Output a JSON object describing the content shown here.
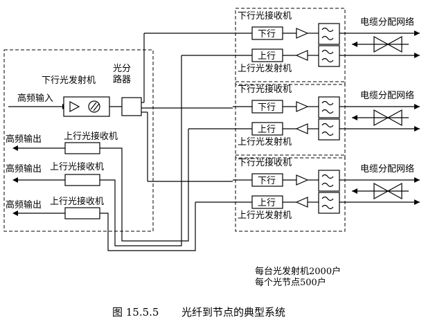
{
  "caption": {
    "figure_number": "图 15.5.5",
    "title": "光纤到节点的典型系统"
  },
  "headend": {
    "downstream_tx_label": "下行光发射机",
    "splitter_label_line1": "光分",
    "splitter_label_line2": "路器",
    "rf_input_label": "高频输入",
    "receivers": [
      {
        "output_label": "高频输出",
        "receiver_label": "上行光接收机"
      },
      {
        "output_label": "高频输出",
        "receiver_label": "上行光接收机"
      },
      {
        "output_label": "高频输出",
        "receiver_label": "上行光接收机"
      }
    ]
  },
  "nodes": [
    {
      "rx_title": "下行光接收机",
      "rx_box": "下行",
      "tx_box": "上行",
      "tx_title": "上行光发射机",
      "network_label": "电缆分配网络"
    },
    {
      "rx_title": "下行光接收机",
      "rx_box": "下行",
      "tx_box": "上行",
      "tx_title": "上行光发射机",
      "network_label": "电缆分配网络"
    },
    {
      "rx_title": "下行光接收机",
      "rx_box": "下行",
      "tx_box": "上行",
      "tx_title": "上行光发射机",
      "network_label": "电缆分配网络"
    }
  ],
  "notes": {
    "line1": "每台光发射机2000户",
    "line2": "每个光节点500户"
  }
}
